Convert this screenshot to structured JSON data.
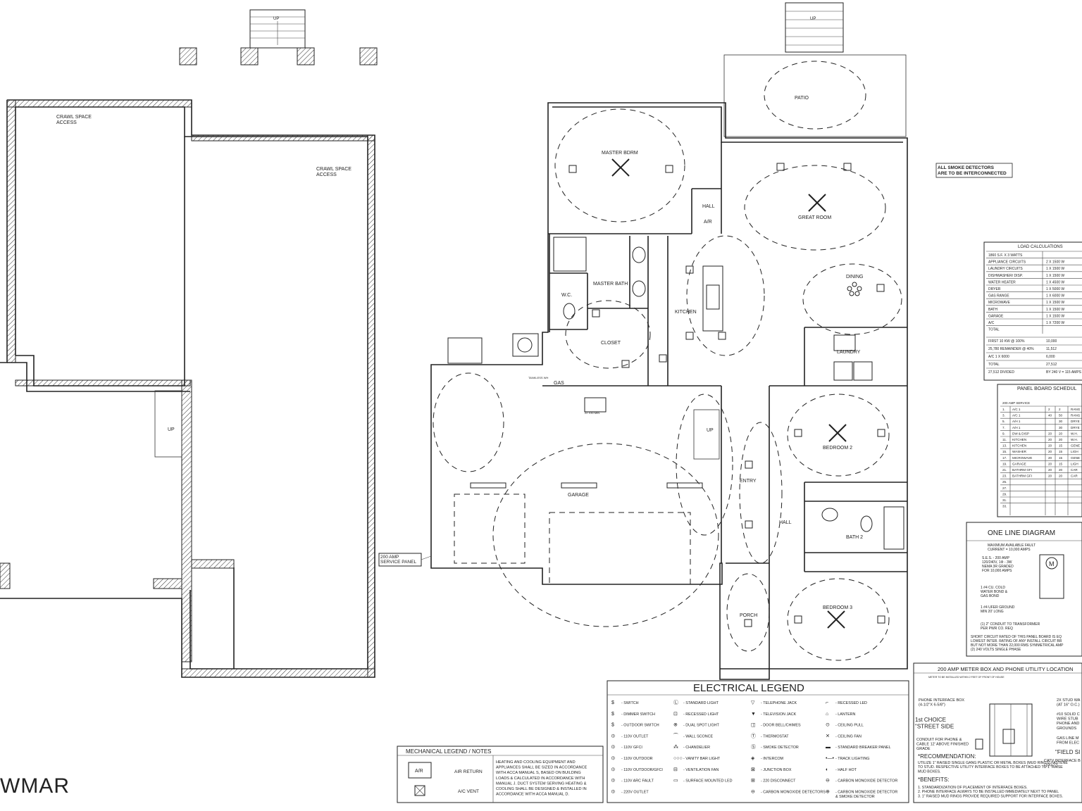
{
  "stairs": {
    "upper_left": "UP",
    "upper_right": "UP",
    "garage": "UP"
  },
  "foundation": {
    "crawl_access_1": "CRAWL SPACE\nACCESS",
    "crawl_access_2": "CRAWL SPACE\nACCESS"
  },
  "rooms": {
    "patio": "PATIO",
    "master_bdrm": "MASTER BDRM",
    "hall_upper": "HALL",
    "ar": "A/R",
    "great_room": "GREAT ROOM",
    "master_bath": "MASTER BATH",
    "wc": "W.C.",
    "closet": "CLOSET",
    "kitchen": "KITCHEN",
    "dining": "DINING",
    "laundry": "LAUNDRY",
    "garage": "GARAGE",
    "bedroom2": "BEDROOM 2",
    "entry": "ENTRY",
    "hall_lower": "HALL",
    "bath2": "BATH 2",
    "porch": "PORCH",
    "bedroom3": "BEDROOM 3"
  },
  "notes": {
    "service_panel": "200 AMP\nSERVICE PANEL",
    "smoke_note": "ALL SMOKE DETECTORS\nARE TO BE INTERCONNECTED",
    "gas": "GAS",
    "tankless": "TANKLESS WH",
    "ac_min": "22 X30 MIN"
  },
  "load_calculations": {
    "title": "LOAD CALCULATIONS",
    "rows": [
      [
        "1860 S.F. X 3 WATTS",
        ""
      ],
      [
        "APPLIANCE CIRCUITS",
        "2 X 1500 W"
      ],
      [
        "LAUNDRY CIRCUITS",
        "1 X 1500 W"
      ],
      [
        "DISHWASHER/ DISP.",
        "1 X 1500 W"
      ],
      [
        "WATER HEATER",
        "1 X 4500 W"
      ],
      [
        "DRYER",
        "1 X 5000 W"
      ],
      [
        "GAS RANGE",
        "1 X 6000 W"
      ],
      [
        "MICROWAVE",
        "1 X 1500 W"
      ],
      [
        "BATH",
        "1 X 1500 W"
      ],
      [
        "GARAGE",
        "1 X 1500 W"
      ],
      [
        "A/C",
        "1 X 7200 W"
      ],
      [
        "TOTAL",
        ""
      ]
    ],
    "summary": [
      [
        "FIRST 10 KW @ 100%",
        "10,000"
      ],
      [
        "25,780 REMAINDER @ 40%",
        "11,512"
      ],
      [
        "A/C 1 X 6000",
        "6,000"
      ],
      [
        "TOTAL",
        "27,512"
      ],
      [
        "27,512 DIVIDED",
        "BY 240 V = 115 AMPS"
      ]
    ]
  },
  "panel_schedule": {
    "title": "PANEL BOARD SCHEDUL",
    "service": "200 AMP SERVICE",
    "rows": [
      [
        "1.",
        "A/C 1",
        "2",
        "2",
        "RANG"
      ],
      [
        "3.",
        "A/C 1",
        "40",
        "50",
        "RANG"
      ],
      [
        "5.",
        "A/H 1",
        "",
        "30",
        "DRYE"
      ],
      [
        "7.",
        "A/H 1",
        "",
        "30",
        "DRYE"
      ],
      [
        "9.",
        "DW & DISP",
        "20",
        "20",
        "W.H."
      ],
      [
        "11.",
        "KITCHEN",
        "20",
        "20",
        "W.H."
      ],
      [
        "13.",
        "KITCHEN",
        "20",
        "15",
        "GENE"
      ],
      [
        "15.",
        "WASHER",
        "20",
        "15",
        "LIGH"
      ],
      [
        "17.",
        "MICROWAVE",
        "20",
        "15",
        "GENE"
      ],
      [
        "19.",
        "GARAGE",
        "20",
        "15",
        "LIGH"
      ],
      [
        "21.",
        "BATHRM GFI",
        "20",
        "20",
        "CAR"
      ],
      [
        "23.",
        "BATHRM GFI",
        "20",
        "20",
        "CAR"
      ],
      [
        "25.",
        "",
        "",
        "",
        ""
      ],
      [
        "27.",
        "",
        "",
        "",
        ""
      ],
      [
        "29.",
        "",
        "",
        "",
        ""
      ],
      [
        "31.",
        "",
        "",
        "",
        ""
      ],
      [
        "33.",
        "",
        "",
        "",
        ""
      ]
    ]
  },
  "one_line": {
    "title": "ONE LINE DIAGRAM",
    "fault": "MAXIMUM AVAILABLE FAULT\nCURRENT = 10,000 AMPS",
    "ses": "S.E.S. - 200 AMP\n120/240V, 1Φ - 3W\nNEMA 3R GRADED\nFOR 10,000 AMPS",
    "water": "1 #4 CU. COLD\nWATER BOND &\nGAS BOND",
    "ground": "1 #4 UFER GROUND\nMIN 20' LONG",
    "conduit": "(1) 2\" CONDUIT TO TRANSFORMER\nPER PWR CO. REQ",
    "short": "SHORT CIRCUIT RATED OF THIS PANEL BOARD IS EQ\nLOWEST INTER. RATING OF ANY INSTALL CIRCUIT BR\nBUT NOT MORE THAN 22,000 RMS SYMMETRICAL AMP\n(2) 240 VOLTS SINGLE PHASE",
    "meter": "M"
  },
  "meter_box": {
    "title": "200 AMP METER BOX AND PHONE UTILITY LOCATION",
    "subtitle": "METER TO BE INSTALLED WITHIN 2 FEET OF FRONT OF HOUSE",
    "phone_box": "PHONE INTERFACE BOX\n(4-1/2\"X 6-5/8\")",
    "first_choice": "1st CHOICE\n\"STREET SIDE",
    "conduit": "CONDUIT FOR PHONE &\nCABLE 12' ABOVE FINISHED\nGRADE",
    "stud": "2X STUD WA\n(AT 16\" O.C.)",
    "solid": "#10 SOLID C\nWIRE STUB\nPHONE AND\nGROUNDS",
    "gasline": "GAS LINE M\nFROM ELEC",
    "field": "\"FIELD SI",
    "catv": "CATV INTERFACE B\n(10\"x7\")",
    "rec_title": "*RECOMMENDATION:",
    "rec_text": "UTILIZE 1\" RAISED SINGLE GANG PLASTIC OR METAL BOXES (MUD RINGS) FASTENE\nTO STUD. RESPECTIVE UTILITY INTERFACE BOXES TO BE ATTACHED TO 1\" RAISE\nMUD BOXES.",
    "ben_title": "*BENEFITS:",
    "ben_text": "1. STANDARDIZATION OF PLACEMENT OF INTERFACE BOXES.\n2. PHONE INTERFACE ALWAYS TO BE INSTALLED IMMEDIATELY NEXT TO PANEL\n3. 1\" RAISED MUD RINGS PROVIDE REQUIRED SUPPORT FOR INTERFACE BOXES."
  },
  "electrical_legend": {
    "title": "ELECTRICAL LEGEND",
    "items": [
      [
        "$",
        "- SWITCH"
      ],
      [
        "Ⓛ",
        "- STANDARD LIGHT"
      ],
      [
        "▽",
        "- TELEPHONE JACK"
      ],
      [
        "⌐",
        "- RECESSED LED"
      ],
      [
        "$",
        "- DIMMER SWITCH"
      ],
      [
        "⊡",
        "- RECESSED LIGHT"
      ],
      [
        "▼",
        "- TELEVISION JACK"
      ],
      [
        "⌂",
        "- LANTERN"
      ],
      [
        "$",
        "- OUTDOOR SWITCH"
      ],
      [
        "⊗",
        "- DUAL SPOT LIGHT"
      ],
      [
        "◫",
        "- DOOR BELL/CHIMES"
      ],
      [
        "⊙",
        "- CEILING PULL"
      ],
      [
        "⦶",
        "- 110V OUTLET"
      ],
      [
        "⏜",
        "- WALL SCONCE"
      ],
      [
        "Ⓣ",
        "- THERMOSTAT"
      ],
      [
        "✕",
        "- CEILING FAN"
      ],
      [
        "⦶",
        "- 110V GFCI"
      ],
      [
        "⁂",
        "- CHANDELIER"
      ],
      [
        "Ⓢ",
        "- SMOKE DETECTOR"
      ],
      [
        "▬",
        "- STANDARD BREAKER PANEL"
      ],
      [
        "⦶",
        "- 110V OUTDOOR"
      ],
      [
        "○○○",
        "- VANITY BAR LIGHT"
      ],
      [
        "◈",
        "- INTERCOM"
      ],
      [
        "•—•",
        "- TRACK LIGHTING"
      ],
      [
        "⦶",
        "- 110V OUTDOOR/GFCI"
      ],
      [
        "⊟",
        "- VENTILATION FAN"
      ],
      [
        "⊠",
        "- JUNCTION BOX"
      ],
      [
        "◐",
        "- HALF HOT"
      ],
      [
        "⦶",
        "- 110V ARC FAULT"
      ],
      [
        "▭",
        "- SURFACE MOUNTED LED"
      ],
      [
        "⊞",
        "- 220 DISCONNECT"
      ],
      [
        "⊖",
        "- CARBON MONOXIDE DETECTOR"
      ],
      [
        "⦶",
        "- 220V OUTLET"
      ],
      [
        "",
        ""
      ],
      [
        "⊖",
        "- CARBON MONOXIDE DETECTORS"
      ],
      [
        "⊕",
        "- CARBON MONOXIDE DETECTOR\n& SMOKE DETECTOR"
      ]
    ]
  },
  "mechanical_legend": {
    "title": "MECHANICAL LEGEND / NOTES",
    "ar_symbol": "A/R",
    "air_return": "AIR RETURN",
    "ac_vent": "A/C VENT",
    "note": "HEATING AND COOLING EQUIPMENT AND\nAPPLIANCES SHALL BE SIZED IN ACCORDANCE\nWITH ACCA MANUAL S, BASED ON BUILDING\nLOADS & CALCULATED IN ACCORDANCE WITH\nMANUAL J. DUCT SYSTEM SERVING HEATING &\nCOOLING SHALL BE DESIGNED & INSTALLED IN\nACCORDANCE WITH ACCA MANUAL D."
  },
  "watermark": "WMAR"
}
